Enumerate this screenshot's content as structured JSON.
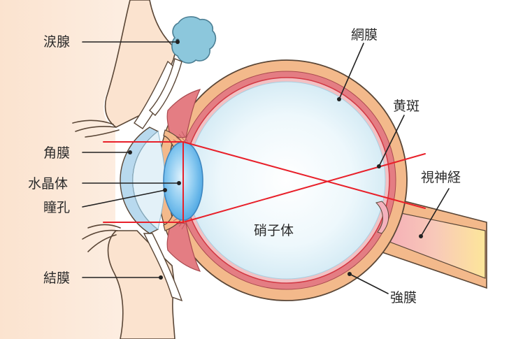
{
  "labels": {
    "lacrimal_gland": "涙腺",
    "cornea": "角膜",
    "lens": "水晶体",
    "pupil": "瞳孔",
    "conjunctiva": "結膜",
    "retina": "網膜",
    "macula": "黄斑",
    "optic_nerve": "視神経",
    "vitreous": "硝子体",
    "sclera": "強膜"
  },
  "colors": {
    "skin": "#fbe3cf",
    "skin_outline": "#5a4636",
    "sclera": "#f3b98b",
    "choroid": "#e47d83",
    "retina_line": "#d23a45",
    "vitreous": "#e6f5fa",
    "cornea": "#b8d9ee",
    "lens": "#6fb9ea",
    "lacrimal_gland": "#8cc7dc",
    "optic_nerve_pink": "#f4b1bd",
    "optic_nerve_yellow": "#fde69a",
    "light_ray": "#e8202a",
    "leader_line": "#222222"
  }
}
